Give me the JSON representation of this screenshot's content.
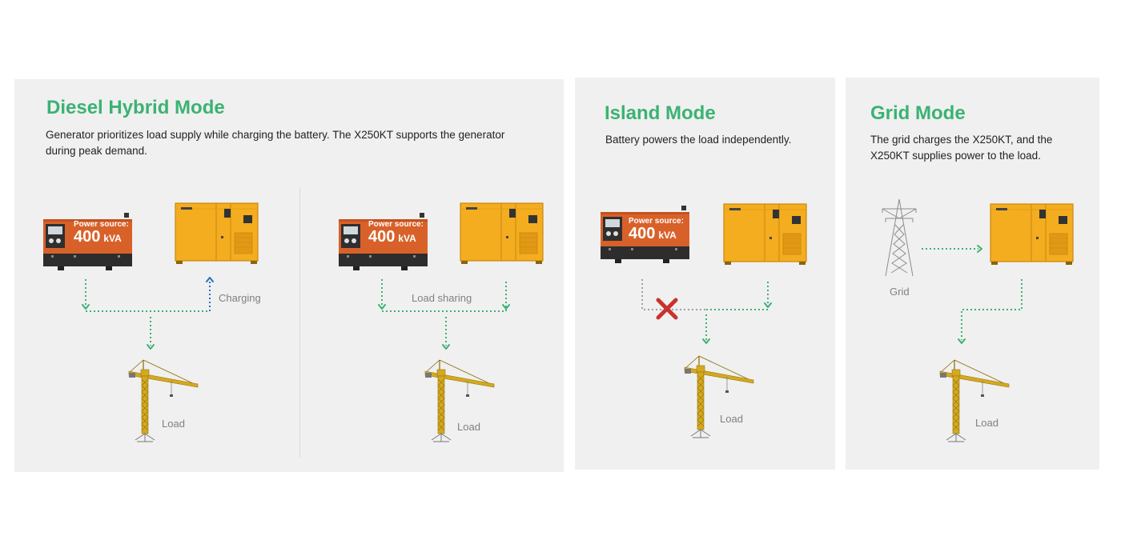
{
  "diesel": {
    "title": "Diesel Hybrid Mode",
    "description": "Generator prioritizes load supply while charging the battery. The X250KT supports the generator during peak demand.",
    "left": {
      "flow_label": "Charging",
      "load_label": "Load"
    },
    "right": {
      "flow_label": "Load sharing",
      "load_label": "Load"
    }
  },
  "island": {
    "title": "Island Mode",
    "description": "Battery powers the load independently.",
    "load_label": "Load"
  },
  "grid": {
    "title": "Grid Mode",
    "description": "The grid charges the X250KT, and the X250KT supplies power to the load.",
    "source_label": "Grid",
    "load_label": "Load"
  },
  "generator": {
    "power_source_label": "Power source:",
    "power_value": "400",
    "power_unit": "kVA"
  },
  "colors": {
    "title_green": "#3bb273",
    "flow_green": "#3bb273",
    "charge_blue": "#2a6fbd",
    "inactive_gray": "#a0a0a0",
    "cross_red": "#c8332b",
    "generator_orange": "#d8612a",
    "battery_yellow": "#f3ad1f",
    "panel_bg": "#f0f0f0"
  }
}
